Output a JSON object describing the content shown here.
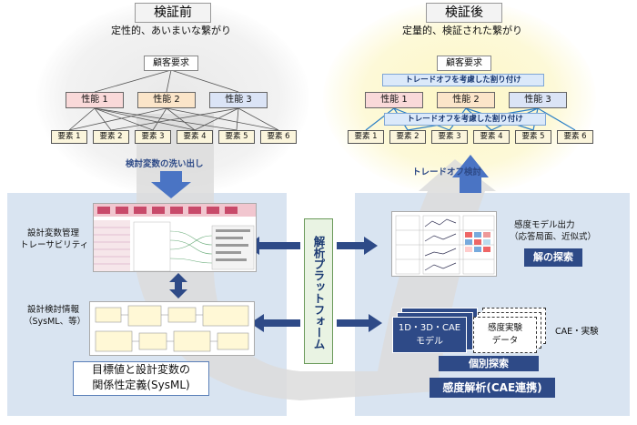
{
  "before": {
    "title": "検証前",
    "subtitle": "定性的、あいまいな繋がり",
    "customer": "顧客要求",
    "performance": [
      "性能 1",
      "性能 2",
      "性能 3"
    ],
    "elements": [
      "要素 1",
      "要素 2",
      "要素 3",
      "要素 4",
      "要素 5",
      "要素 6"
    ]
  },
  "after": {
    "title": "検証後",
    "subtitle": "定量的、検証された繋がり",
    "customer": "顧客要求",
    "tradeoff_top": "トレードオフを考慮した割り付け",
    "tradeoff_mid": "トレードオフを考慮した割り付け",
    "performance": [
      "性能 1",
      "性能 2",
      "性能 3"
    ],
    "elements": [
      "要素 1",
      "要素 2",
      "要素 3",
      "要素 4",
      "要素 5",
      "要素 6"
    ]
  },
  "arrows": {
    "extract": "検討変数の洗い出し",
    "tradeoff_check": "トレードオフ検討"
  },
  "left": {
    "label_mgmt_1": "設計変数管理",
    "label_mgmt_2": "トレーサビリティ",
    "label_info_1": "設計検討情報",
    "label_info_2": "（SysML、等）",
    "footer_1": "目標値と設計変数の",
    "footer_2": "関係性定義(SysML)"
  },
  "center": {
    "platform": "解析プラットフォーム"
  },
  "right": {
    "sens_model_1": "感度モデル出力",
    "sens_model_2": "（応答局面、近似式）",
    "solution": "解の探索",
    "cae_1": "1D・3D・CAE",
    "cae_2": "モデル",
    "exp_1": "感度実験",
    "exp_2": "データ",
    "cae_exp": "CAE・実験",
    "individual": "個別探索",
    "analysis": "感度解析(CAE連携)"
  },
  "colors": {
    "panel": "#d9e4f1",
    "dark_blue": "#2e4a87",
    "arrow_blue": "#4a74c4",
    "perf1": "#f9d9d9",
    "perf2": "#fbe5c9",
    "perf3": "#dbe4f6",
    "tradeoff": "#dbe9fa"
  }
}
